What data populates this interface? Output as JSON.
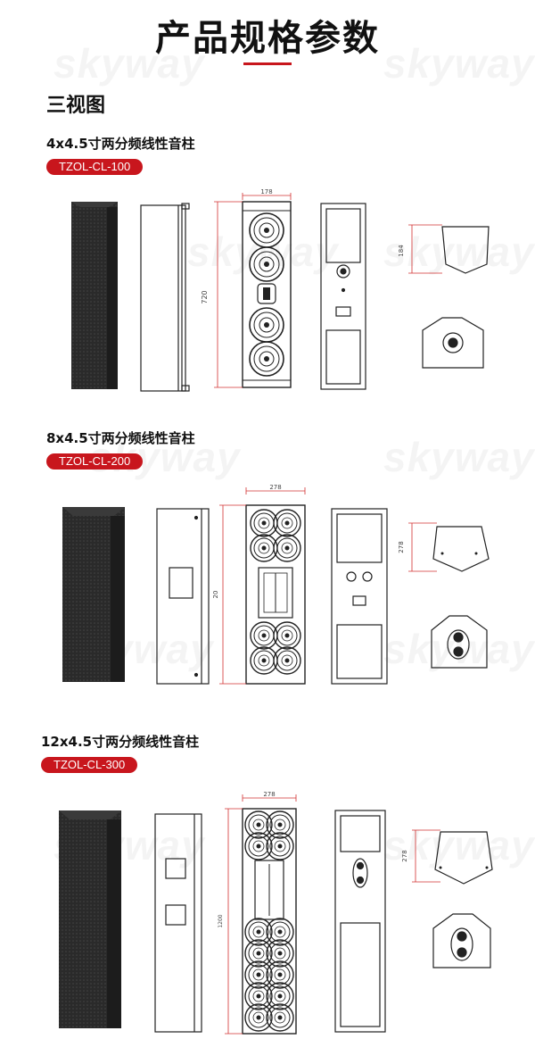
{
  "header": {
    "title": "产品规格参数"
  },
  "section": {
    "label": "三视图"
  },
  "watermark": {
    "text": "skyway"
  },
  "products": [
    {
      "name": "4x4.5寸两分频线性音柱",
      "model": "TZOL-CL-100",
      "width_label": "178",
      "height_label": "720",
      "side_label": "184"
    },
    {
      "name": "8x4.5寸两分频线性音柱",
      "model": "TZOL-CL-200",
      "width_label": "278",
      "height_label": "20",
      "side_label": "278"
    },
    {
      "name": "12x4.5寸两分频线性音柱",
      "model": "TZOL-CL-300",
      "width_label": "278",
      "height_label": "1200",
      "side_label": "278"
    }
  ],
  "colors": {
    "accent": "#c8161d",
    "dimension": "#d23030"
  }
}
